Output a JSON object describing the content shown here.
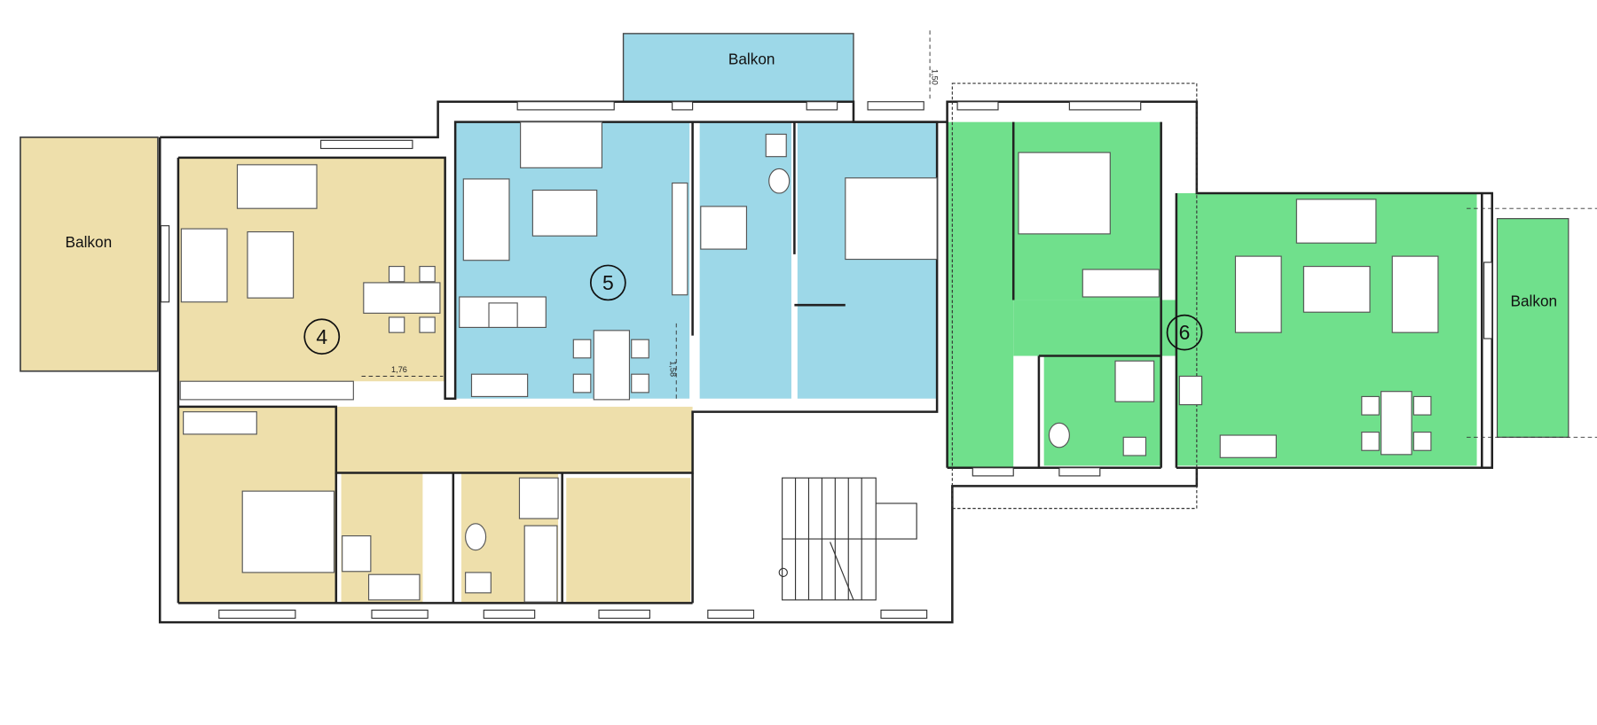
{
  "colors": {
    "apartment_4": "#eedfab",
    "apartment_5": "#9dd8e8",
    "apartment_6": "#70e08c",
    "walls": "#222222"
  },
  "balconies": [
    {
      "label": "Balkon",
      "apartment": "4"
    },
    {
      "label": "Balkon",
      "apartment": "5"
    },
    {
      "label": "Balkon",
      "apartment": "6"
    }
  ],
  "apartments": [
    {
      "number": "4"
    },
    {
      "number": "5"
    },
    {
      "number": "6"
    }
  ],
  "dimensions": [
    "1,50",
    "1,76",
    "1,58"
  ]
}
